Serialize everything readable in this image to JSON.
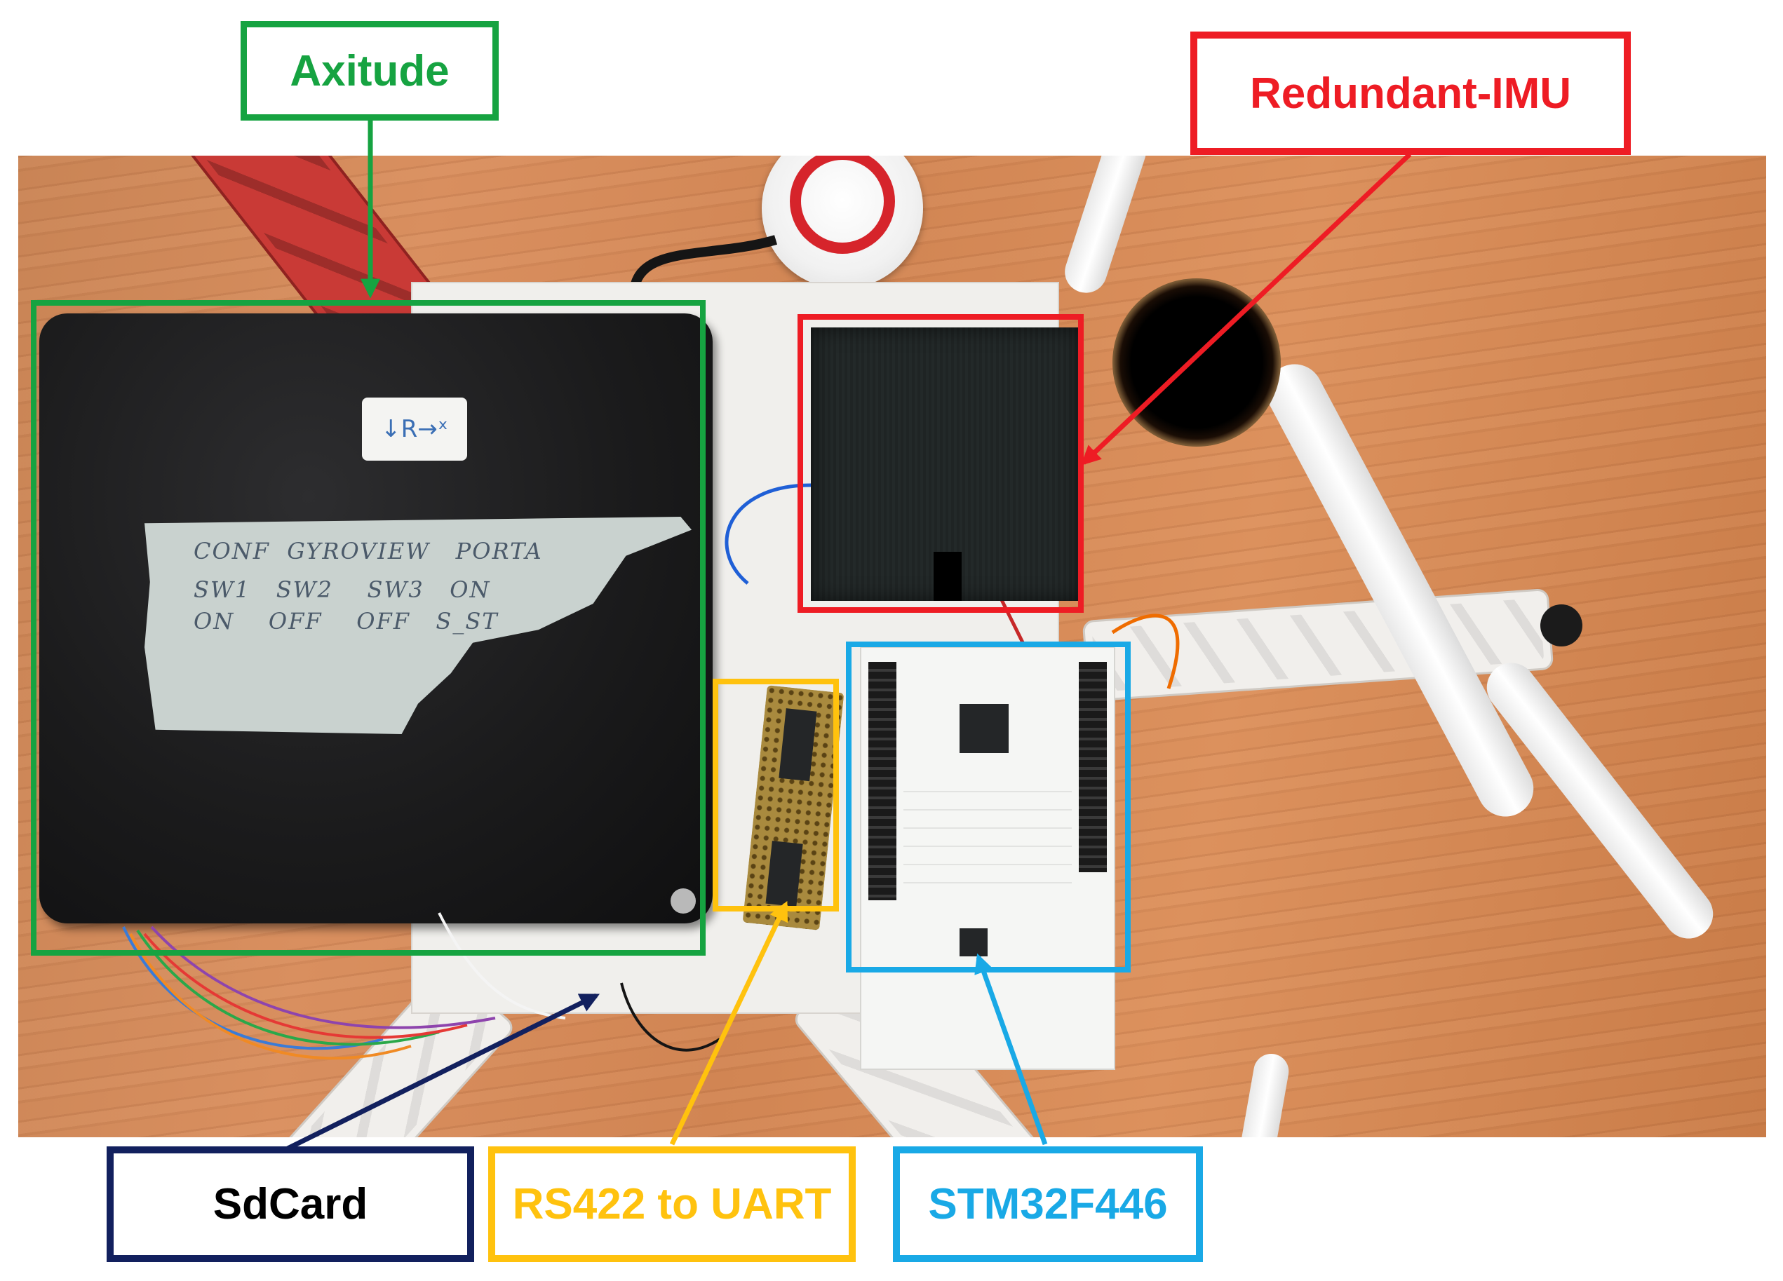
{
  "labels": {
    "axitude": "Axitude",
    "redundant_imu": "Redundant-IMU",
    "sdcard": "SdCard",
    "rs422": "RS422 to UART",
    "stm32": "STM32F446"
  },
  "photo_text": {
    "sticker": "↓R→ˣ",
    "tape_line1": "CONF  GYROVIEW   PORTA",
    "tape_line2": "SW1   SW2    SW3   ON",
    "tape_line3": "ON    OFF    OFF   S_ST"
  },
  "colors": {
    "axitude": "#16a341",
    "redundant_imu": "#ee1c24",
    "sdcard": "#12205e",
    "sdcard_text": "#000000",
    "rs422": "#ffc20e",
    "stm32": "#19a9e6"
  }
}
